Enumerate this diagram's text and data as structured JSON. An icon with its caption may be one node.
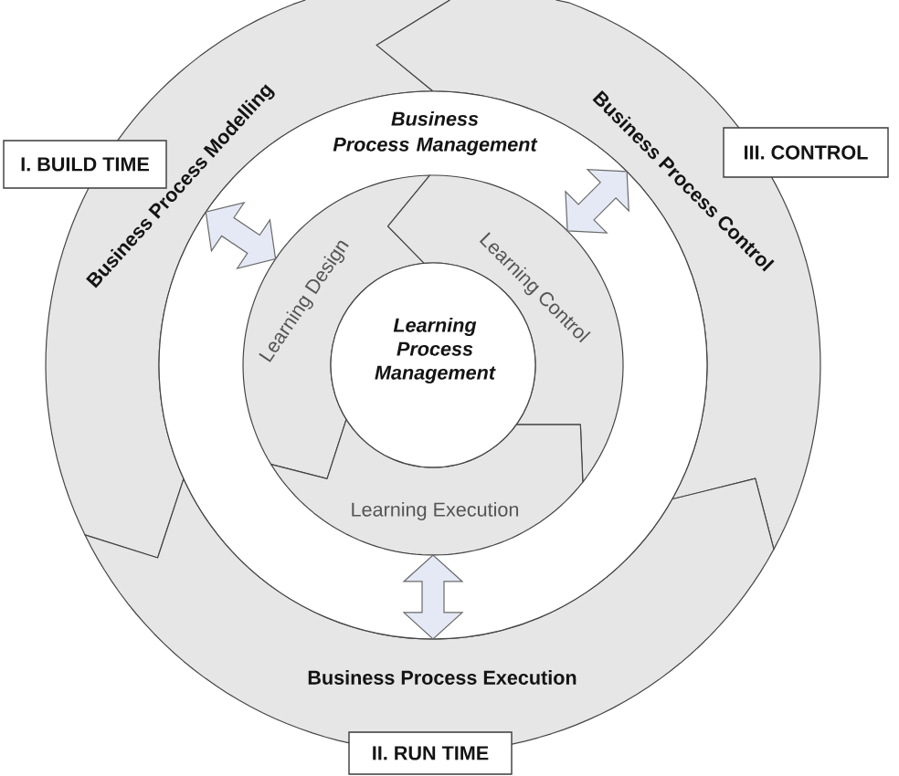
{
  "diagram": {
    "nodes": [
      {
        "text": [
          "Business Process Modelling"
        ]
      },
      {
        "text": [
          "Business Process Control"
        ]
      },
      {
        "text": [
          "Business Process Execution"
        ]
      },
      {
        "text": [
          "Business Process Management"
        ]
      },
      {
        "text": [
          "Learning Design"
        ],
        "in": 3
      },
      {
        "text": [
          "Learning Control"
        ],
        "in": 3
      },
      {
        "text": [
          "Learning Execution"
        ],
        "in": 3
      },
      {
        "text": [
          "Learning Process Management"
        ],
        "in": 3
      },
      {
        "text": [
          "I. BUILD TIME"
        ]
      },
      {
        "text": [
          "III. CONTROL"
        ]
      },
      {
        "text": [
          "II. RUN TIME"
        ]
      }
    ],
    "edges": [
      {
        "from": 4,
        "to": 0,
        "arrow": "both"
      },
      {
        "from": 5,
        "to": 1,
        "arrow": "both"
      },
      {
        "from": 6,
        "to": 2,
        "arrow": "both"
      }
    ]
  }
}
